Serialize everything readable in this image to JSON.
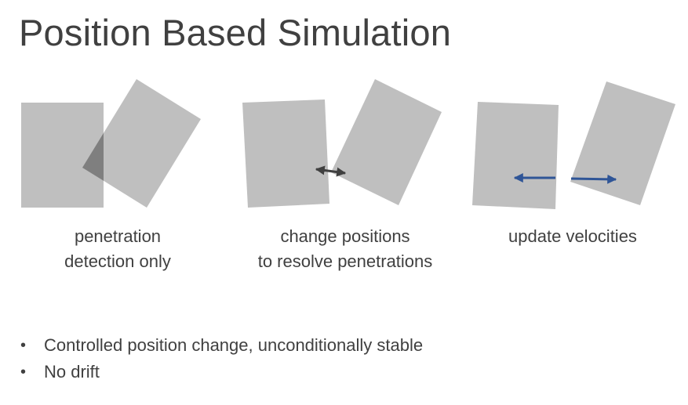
{
  "title": "Position Based Simulation",
  "panels": [
    {
      "caption_line1": "penetration",
      "caption_line2": "detection only"
    },
    {
      "caption_line1": "change positions",
      "caption_line2": "to resolve penetrations"
    },
    {
      "caption_line1": "update velocities",
      "caption_line2": ""
    }
  ],
  "bullets": [
    "Controlled position change, unconditionally stable",
    "No drift"
  ],
  "colors": {
    "box_fill": "#bfbfbf",
    "overlap_fill": "#7f7f7f",
    "correction_arrow": "#404040",
    "velocity_arrow": "#2f5597",
    "text": "#404040"
  }
}
